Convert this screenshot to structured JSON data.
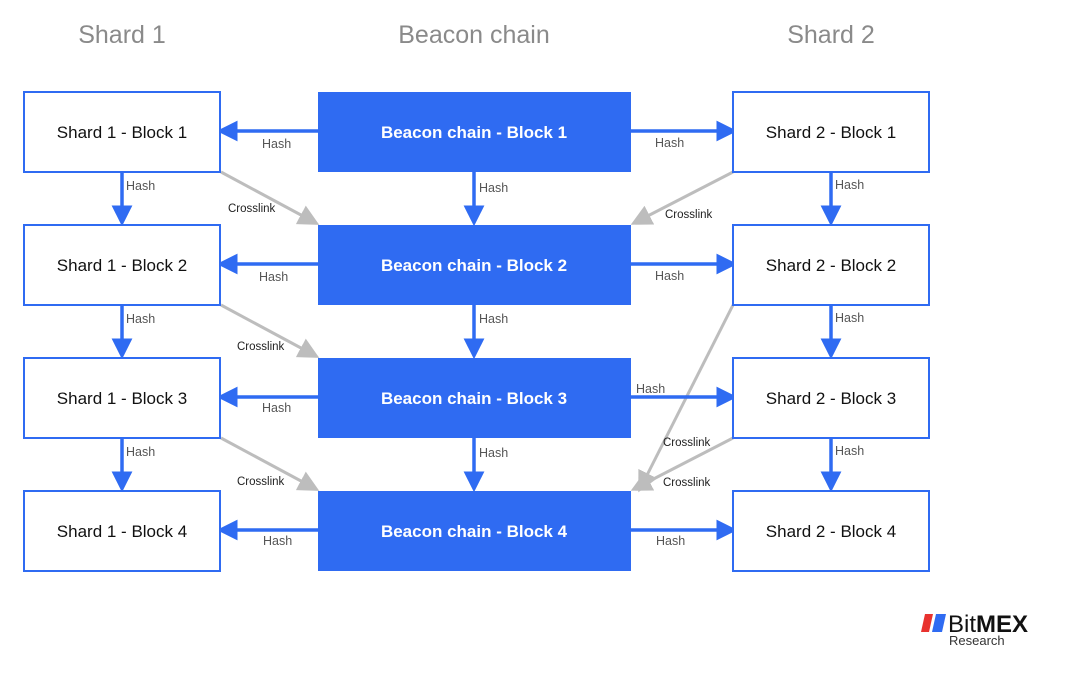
{
  "columns": {
    "shard1_title": "Shard 1",
    "beacon_title": "Beacon chain",
    "shard2_title": "Shard 2"
  },
  "shard1_blocks": [
    "Shard 1 - Block 1",
    "Shard 1 - Block 2",
    "Shard 1 - Block 3",
    "Shard 1 - Block 4"
  ],
  "beacon_blocks": [
    "Beacon chain - Block 1",
    "Beacon chain - Block 2",
    "Beacon chain - Block 3",
    "Beacon chain - Block 4"
  ],
  "shard2_blocks": [
    "Shard 2 - Block 1",
    "Shard 2 - Block 2",
    "Shard 2 - Block 3",
    "Shard 2 - Block 4"
  ],
  "labels": {
    "hash": "Hash",
    "crosslink": "Crosslink"
  },
  "colors": {
    "accent_blue": "#2f6bf2",
    "crosslink_gray": "#bdbdbd",
    "title_gray": "#8a8a8a",
    "logo_red": "#e8322e"
  },
  "brand": {
    "name_regular": "Bit",
    "name_bold": "MEX",
    "subtitle": "Research"
  }
}
